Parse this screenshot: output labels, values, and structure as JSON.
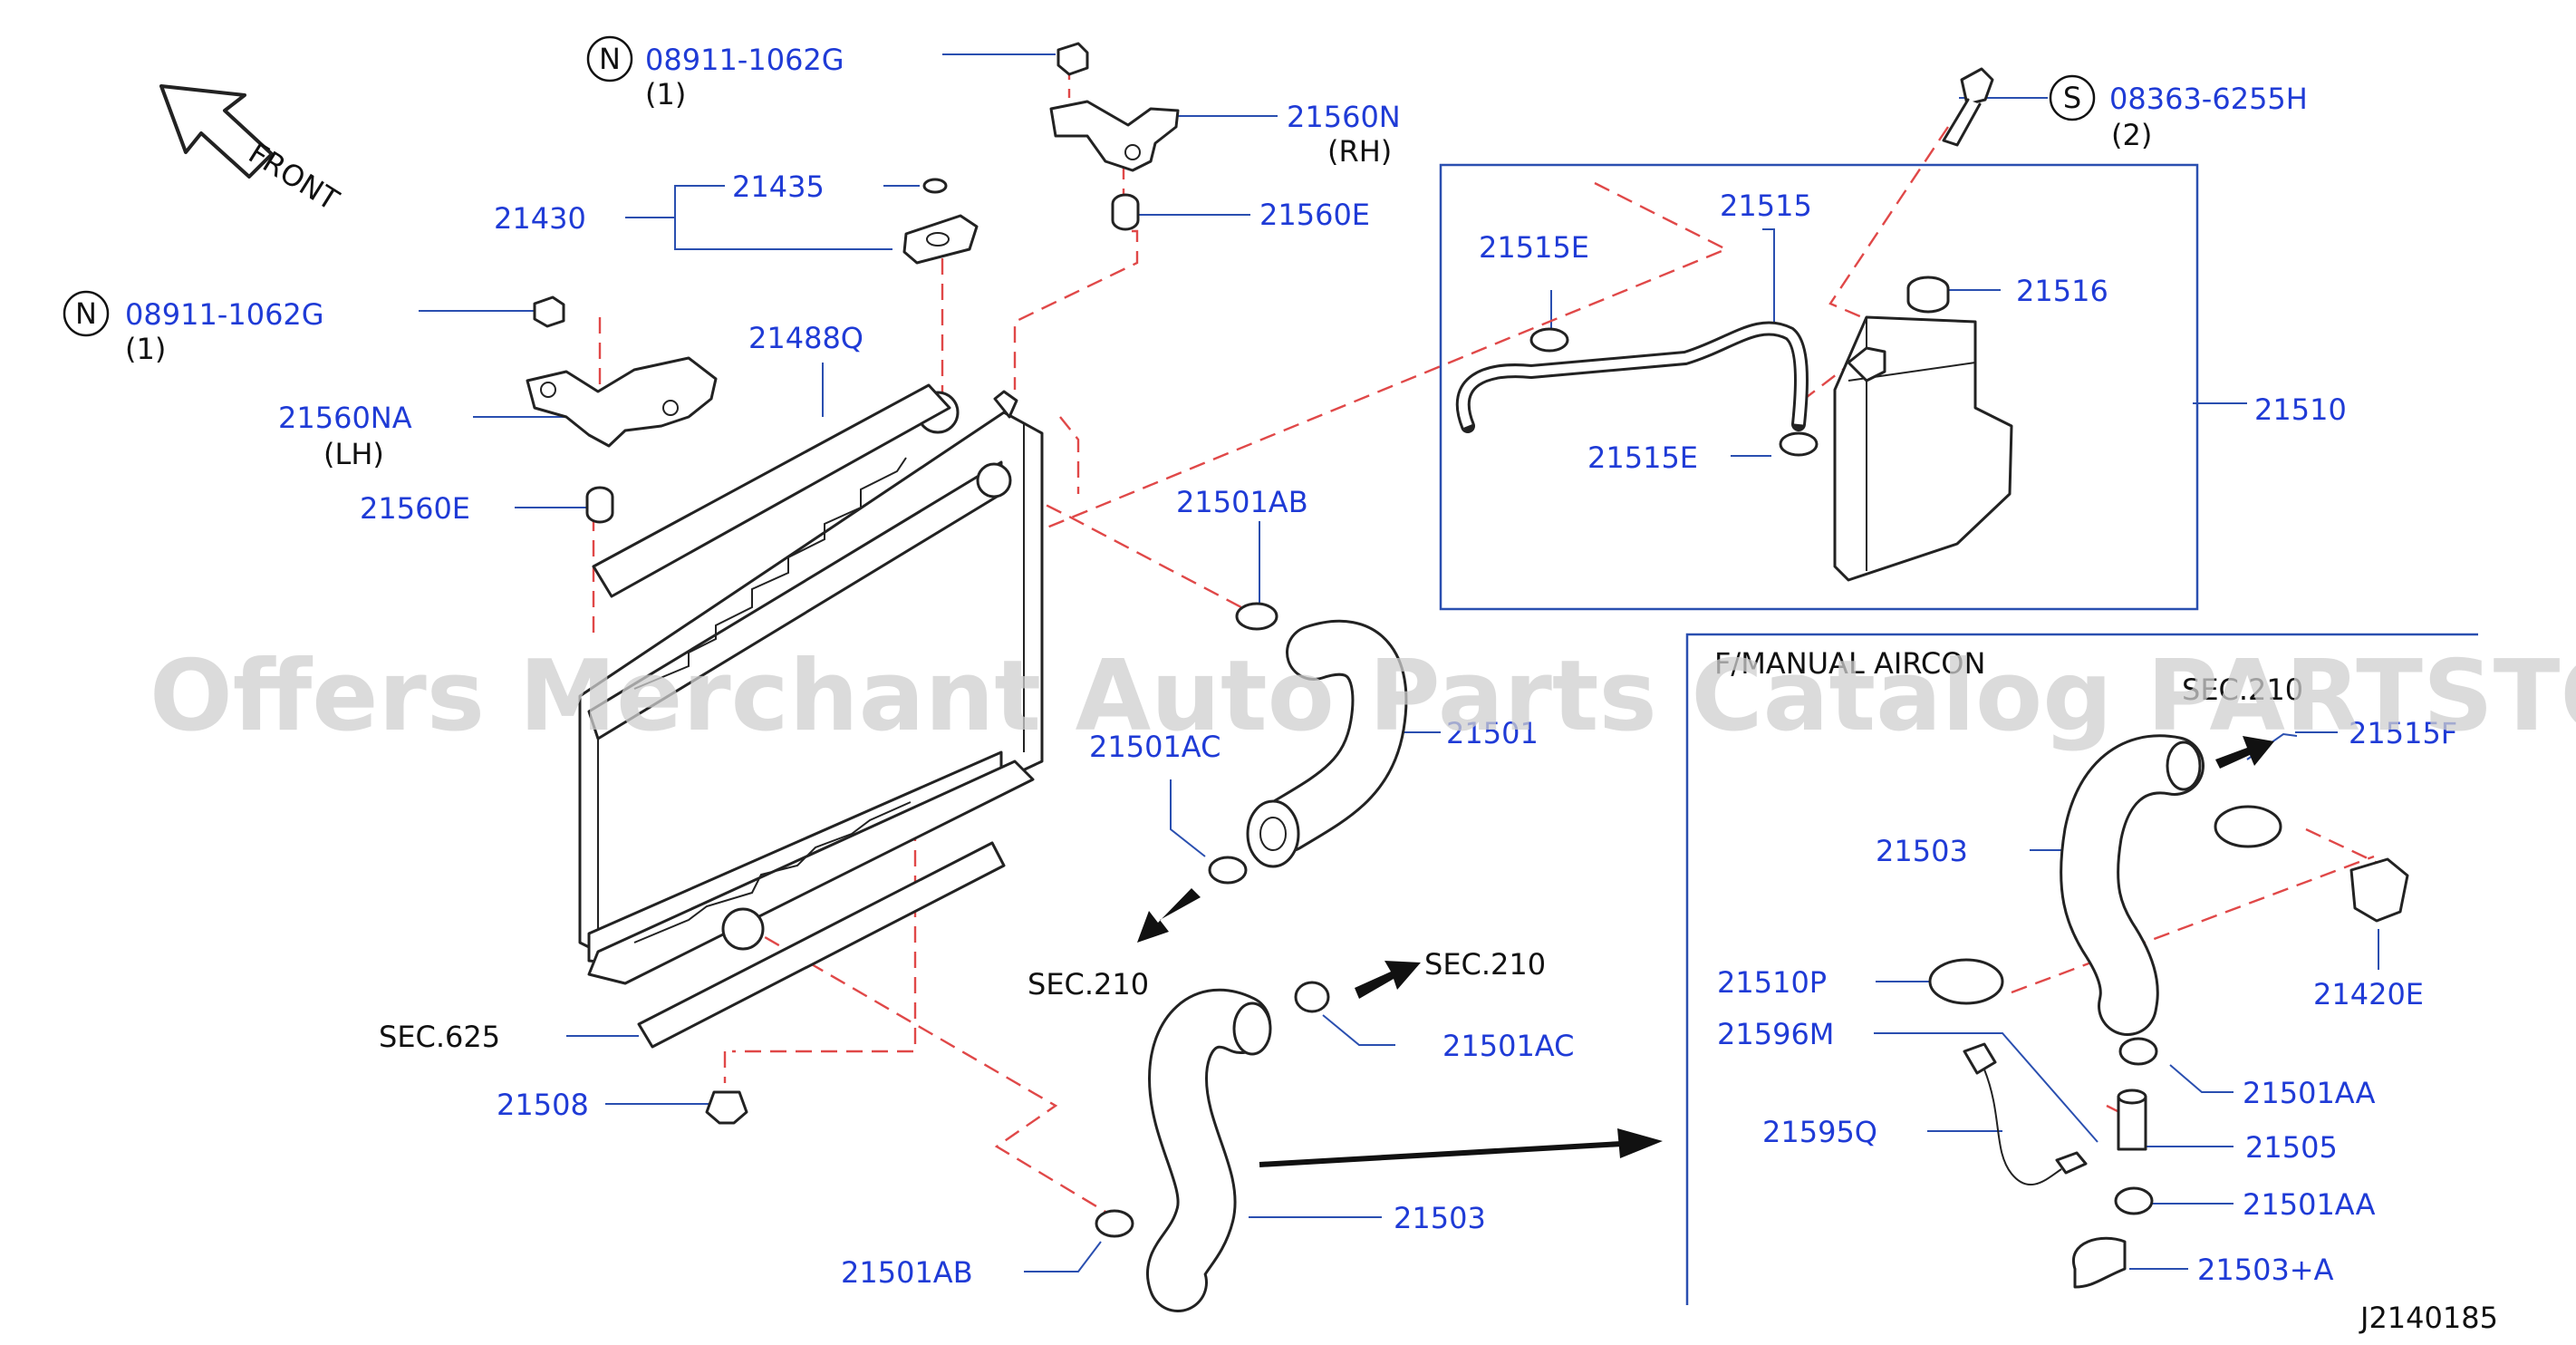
{
  "labels": {
    "n1_code": "08911-1062G",
    "n1_qty": "(1)",
    "n2_code": "08911-1062G",
    "n2_qty": "(1)",
    "n_symbol": "N",
    "s_symbol": "S",
    "s_code": "08363-6255H",
    "s_qty": "(2)",
    "front": "FRONT",
    "p21560N": "21560N",
    "rh": "(RH)",
    "p21435": "21435",
    "p21430": "21430",
    "p21560E_top": "21560E",
    "p21488Q": "21488Q",
    "p21560NA": "21560NA",
    "lh": "(LH)",
    "p21560E_left": "21560E",
    "p21515": "21515",
    "p21515E_top": "21515E",
    "p21515E_bottom": "21515E",
    "p21516": "21516",
    "p21510": "21510",
    "p21501AB_top": "21501AB",
    "p21501": "21501",
    "p21501AC_left": "21501AC",
    "sec210_left": "SEC.210",
    "sec210_right": "SEC.210",
    "p21501AC_right": "21501AC",
    "sec625": "SEC.625",
    "p21508": "21508",
    "p21503_bottom": "21503",
    "p21501AB_bottom": "21501AB",
    "inset_title": "F/MANUAL AIRCON",
    "inset_sec": "SEC.210",
    "p21515F": "21515F",
    "p21503_inset": "21503",
    "p21420E": "21420E",
    "p21510P": "21510P",
    "p21596M": "21596M",
    "p21501AA_top": "21501AA",
    "p21595Q": "21595Q",
    "p21505": "21505",
    "p21501AA_bottom": "21501AA",
    "p21503A": "21503+A",
    "diagram_id": "J2140185"
  },
  "watermark": "Offers Merchant Auto Parts Catalog PARTSTORE.SA",
  "colors": {
    "label_blue": "#1f3bd6",
    "leader_blue": "#2a4fb0",
    "dash_red": "#e04848",
    "ink": "#222222"
  }
}
